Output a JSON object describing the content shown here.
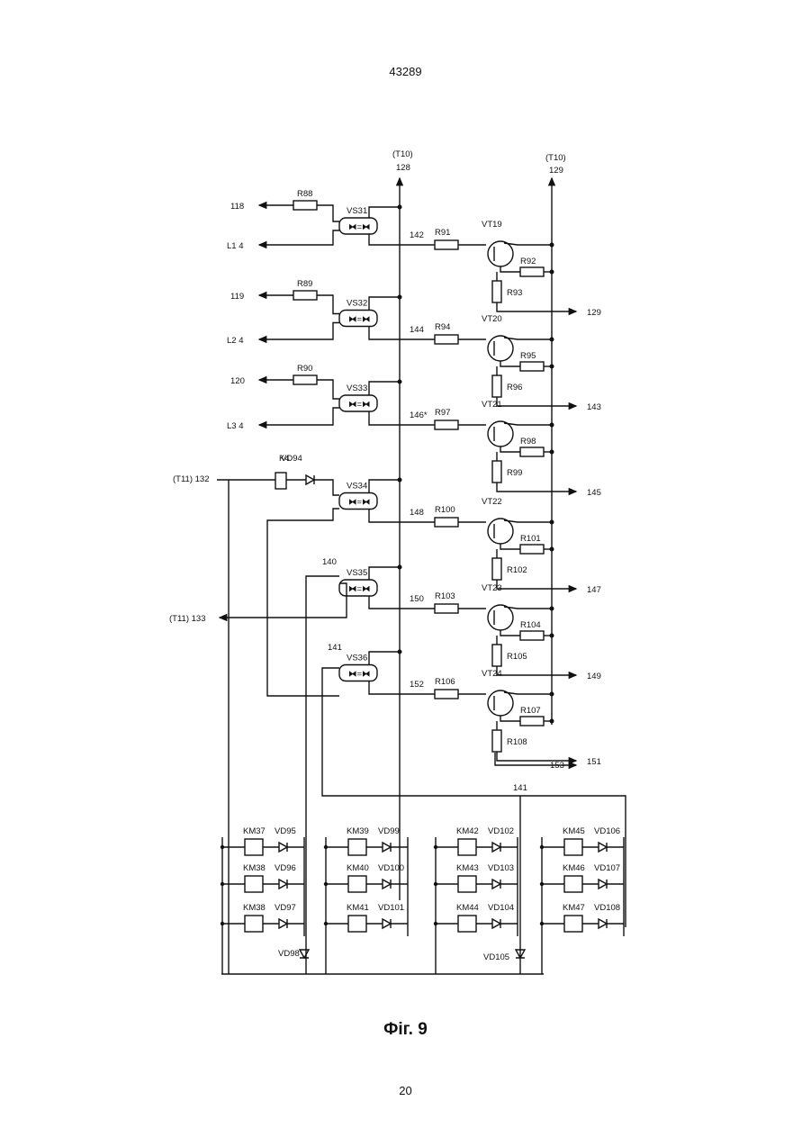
{
  "document": {
    "doc_number": "43289",
    "page_number": "20",
    "figure_caption": "Фіг. 9"
  },
  "rails": {
    "left_top": "(Т10)",
    "left_num": "128",
    "right_top": "(Т10)",
    "right_num": "129"
  },
  "optos": [
    {
      "name": "VS31",
      "res": "R88",
      "in_label": "118",
      "out_label": "L1 4",
      "node": "142",
      "base_res": "R91",
      "vt": "VT19",
      "r_a": "R92",
      "r_b": "R93",
      "out_num": "129"
    },
    {
      "name": "VS32",
      "res": "R89",
      "in_label": "119",
      "out_label": "L2 4",
      "node": "144",
      "base_res": "R94",
      "vt": "VT20",
      "r_a": "R95",
      "r_b": "R96",
      "out_num": "143"
    },
    {
      "name": "VS33",
      "res": "R90",
      "in_label": "120",
      "out_label": "L3 4",
      "node": "146*",
      "base_res": "R97",
      "vt": "VT21",
      "r_a": "R98",
      "r_b": "R99",
      "out_num": "145"
    },
    {
      "name": "VS34",
      "res": "K4",
      "in_label": "(Т11) 132",
      "out_label": "",
      "node": "148",
      "base_res": "R100",
      "vt": "VT22",
      "r_a": "R101",
      "r_b": "R102",
      "out_num": "147"
    },
    {
      "name": "VS35",
      "res": "",
      "in_label": "140",
      "out_label": "(Т11) 133",
      "node": "150",
      "base_res": "R103",
      "vt": "VT23",
      "r_a": "R104",
      "r_b": "R105",
      "out_num": "149"
    },
    {
      "name": "VS36",
      "res": "",
      "in_label": "141",
      "out_label": "",
      "node": "152",
      "base_res": "R106",
      "vt": "VT24",
      "r_a": "R107",
      "r_b": "R108",
      "out_num": "151"
    }
  ],
  "extra": {
    "vd94": "VD94",
    "out_153": "153",
    "bus_141": "141"
  },
  "relays": [
    {
      "km": "KM37",
      "vd": "VD95"
    },
    {
      "km": "KM38",
      "vd": "VD96"
    },
    {
      "km": "KM38",
      "vd": "VD97"
    },
    {
      "km": "KM39",
      "vd": "VD99"
    },
    {
      "km": "KM40",
      "vd": "VD100"
    },
    {
      "km": "KM41",
      "vd": "VD101"
    },
    {
      "km": "KM42",
      "vd": "VD102"
    },
    {
      "km": "KM43",
      "vd": "VD103"
    },
    {
      "km": "KM44",
      "vd": "VD104"
    },
    {
      "km": "KM45",
      "vd": "VD106"
    },
    {
      "km": "KM46",
      "vd": "VD107"
    },
    {
      "km": "KM47",
      "vd": "VD108"
    }
  ],
  "series_diodes": [
    "VD98",
    "VD105"
  ]
}
